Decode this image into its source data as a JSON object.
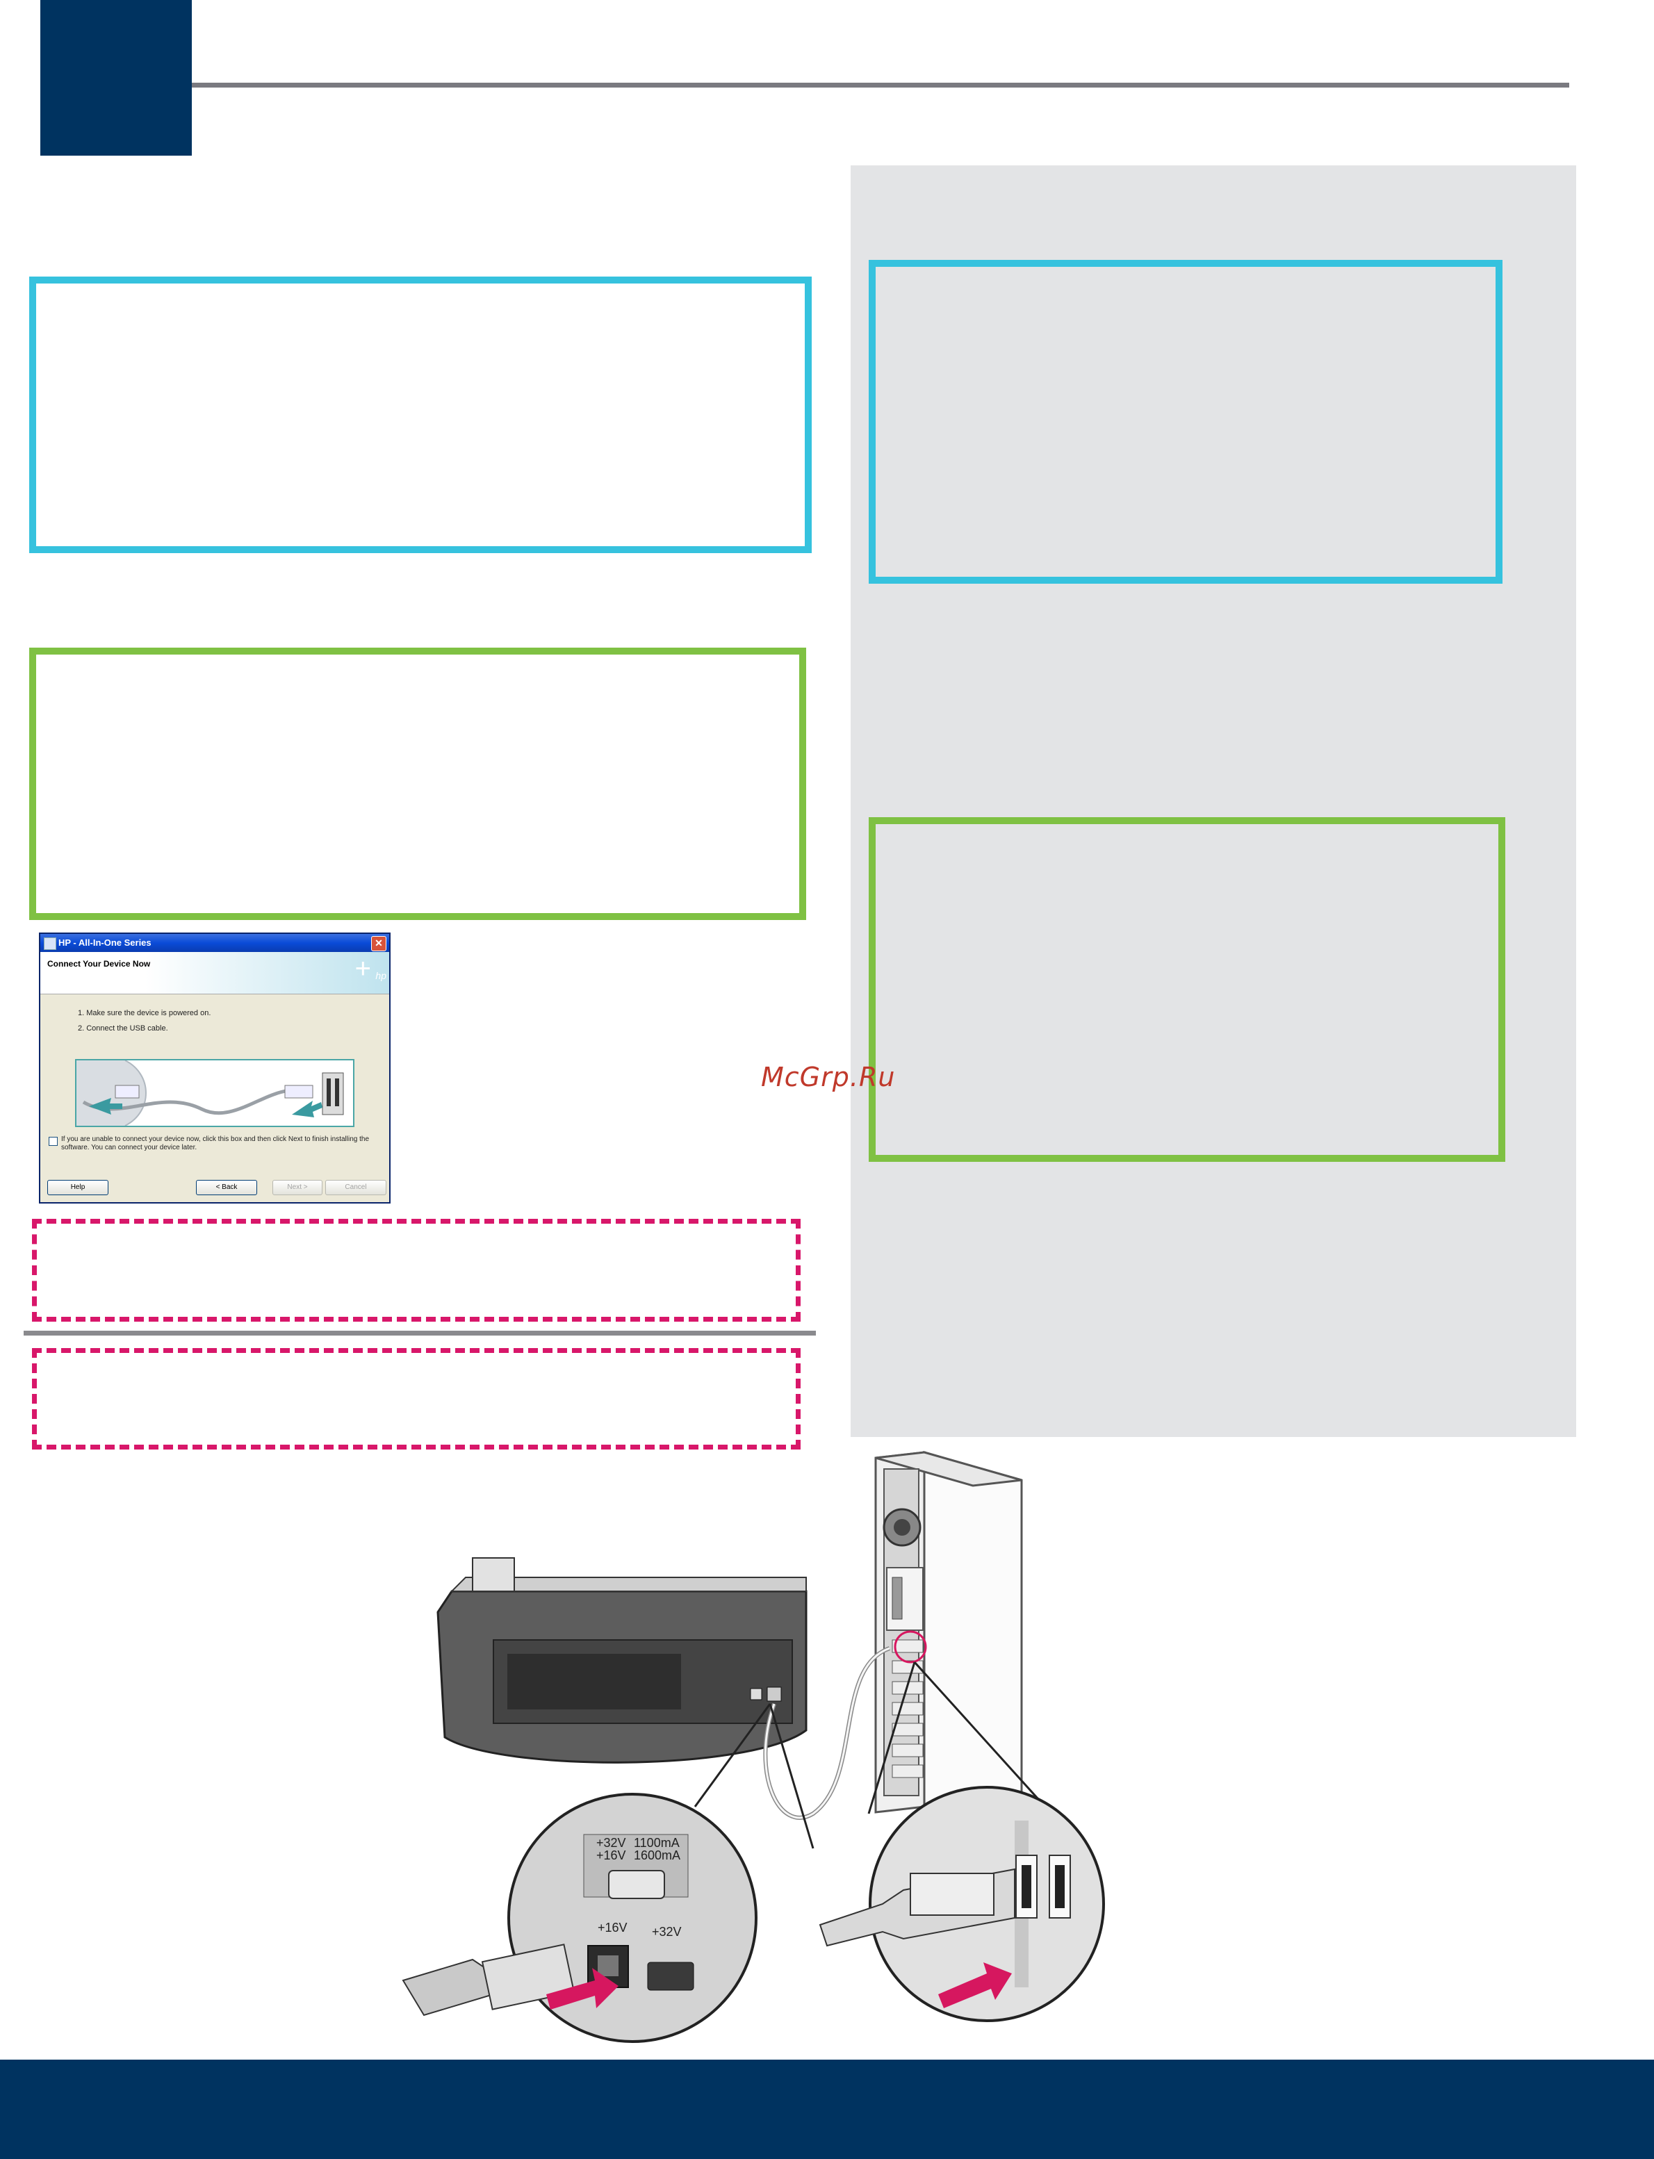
{
  "watermark": "McGrp.Ru",
  "installer_dialog": {
    "title": "HP - All-In-One Series",
    "heading": "Connect Your Device Now",
    "steps": [
      "1. Make sure the device is powered on.",
      "2. Connect the USB cable."
    ],
    "checkbox_label": "If you are unable to connect your device now, click this box and then click Next to finish installing the software. You can connect your device later.",
    "buttons": {
      "help": "Help",
      "back": "< Back",
      "next": "Next >",
      "cancel": "Cancel"
    },
    "close_glyph": "✕",
    "banner_glyph": "+",
    "banner_logo": "hp"
  },
  "illustration": {
    "printer_port_labels": {
      "voltage_top": "+32V",
      "voltage_mid": "+16V",
      "current_top": "1100mA",
      "current_mid": "1600mA",
      "bottom_left": "+16V",
      "bottom_right": "+32V"
    }
  },
  "colors": {
    "navy": "#003360",
    "cyan_frame": "#36c2de",
    "green_frame": "#7fc143",
    "magenta_dash": "#d8176a",
    "panel_gray": "#e3e4e6",
    "arrow_magenta": "#d6175f"
  }
}
